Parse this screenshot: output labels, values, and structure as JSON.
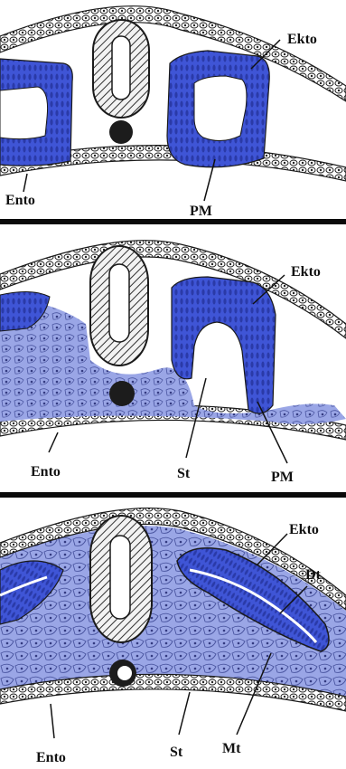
{
  "panels": [
    {
      "labels": {
        "ekto": "Ekto",
        "ento": "Ento",
        "pm": "PM"
      }
    },
    {
      "labels": {
        "ekto": "Ekto",
        "ento": "Ento",
        "st": "St",
        "pm": "PM"
      }
    },
    {
      "labels": {
        "ekto": "Ekto",
        "dt": "Dt",
        "ento": "Ento",
        "st": "St",
        "mt": "Mt"
      }
    }
  ],
  "colors": {
    "somite_blue": "#3f55d6",
    "mesenchyme_blue": "#9aa6e6",
    "outline": "#1a1a1a",
    "divider": "#0a0a0a"
  }
}
